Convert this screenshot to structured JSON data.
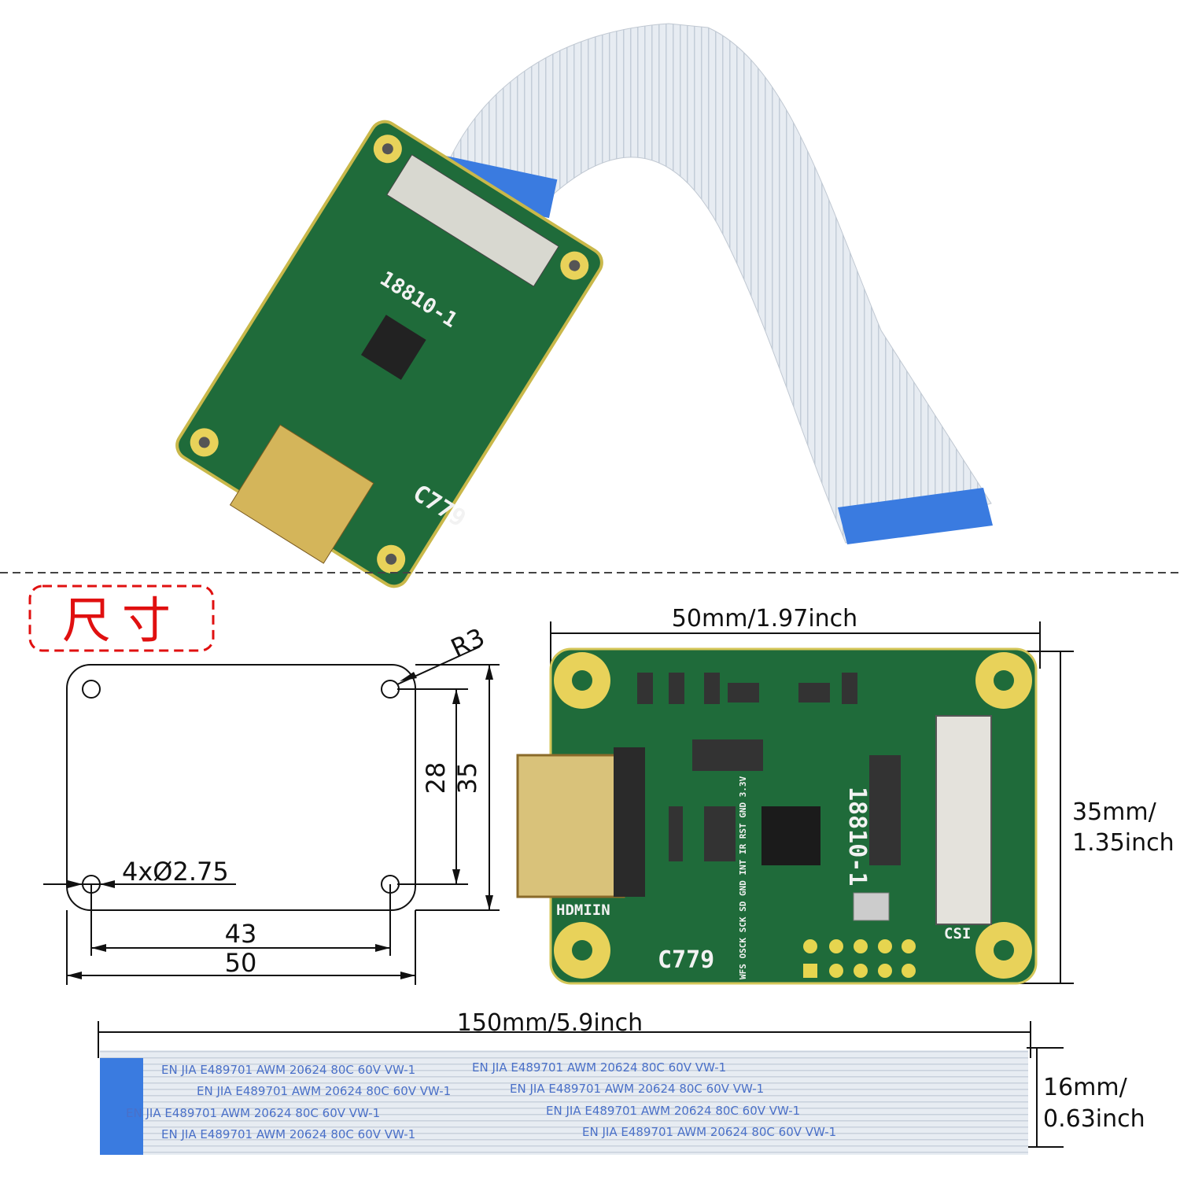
{
  "section_title": "尺寸",
  "cad_drawing": {
    "corner_radius": "R3",
    "hole_spec": "4xØ2.75",
    "hole_spacing_width": "43",
    "board_width": "50",
    "hole_spacing_height": "28",
    "board_height": "35"
  },
  "board_photo": {
    "width_label": "50mm/1.97inch",
    "height_label_line1": "35mm/",
    "height_label_line2": "1.35inch",
    "silkscreen": {
      "part_number": "18810-1",
      "model": "C779",
      "hdmi_label": "HDMIIN",
      "csi_label": "CSI",
      "pin_labels": "WFS OSCK SCK SD GND INT IR RST GND 3.3V"
    }
  },
  "cable": {
    "length_label": "150mm/5.9inch",
    "width_label_line1": "16mm/",
    "width_label_line2": "0.63inch",
    "print_text": "EN JIA E489701  AWM  20624  80C  60V  VW-1"
  },
  "colors": {
    "pcb_green": "#1f6b3a",
    "gold": "#e8d25a",
    "cable_blue": "#3a7be0",
    "title_red": "#e01010"
  }
}
